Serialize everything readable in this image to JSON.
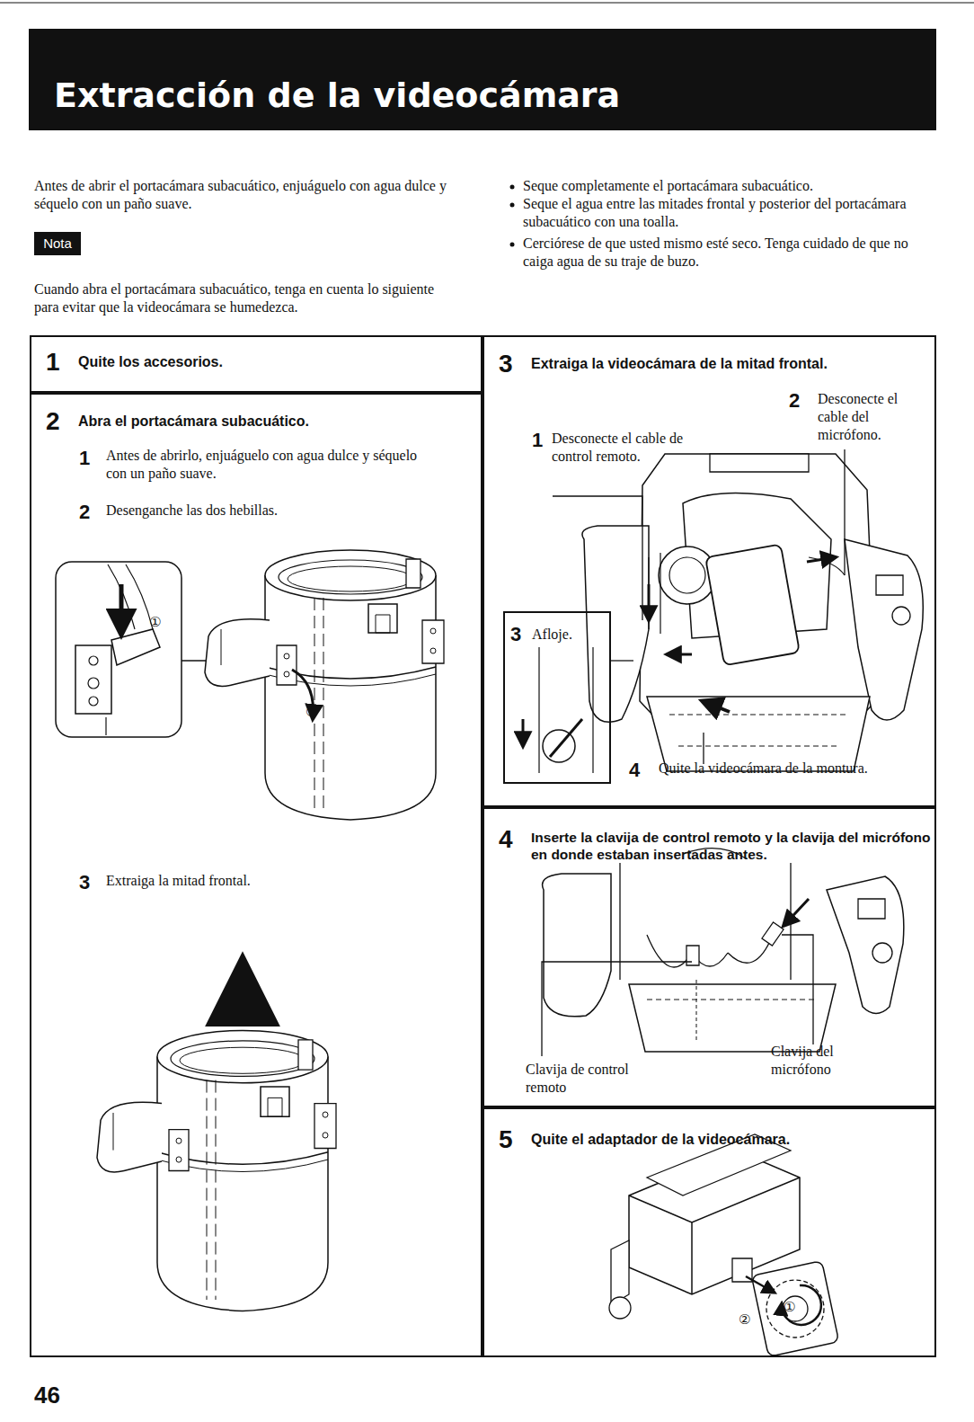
{
  "diagram": {
    "title": "Extracción de la videocámara",
    "nodes": [
      {
        "text": [
          "1",
          "Quite los accesorios."
        ]
      },
      {
        "text": [
          "2",
          "Abra el portacámara subacuático."
        ]
      },
      {
        "text": [
          "3",
          "Extraiga la videocámara de la mitad frontal."
        ]
      },
      {
        "text": [
          "3",
          "Afloje."
        ],
        "in": 2
      },
      {
        "text": [
          "4",
          "Inserte la clavija de control remoto y la clavija del micrófono en donde estaban insertadas antes."
        ]
      },
      {
        "text": [
          "5",
          "Quite el adaptador de la videocámara."
        ]
      }
    ],
    "labels": [
      "Antes de abrir el portacámara subacuático, enjuáguelo con agua dulce y séquelo con un paño suave.",
      "Nota",
      "Cuando abra el portacámara subacuático, tenga en cuenta lo siguiente para evitar que la videocámara se humedezca.",
      "Seque completamente el portacámara subacuático.",
      "Seque el agua entre las mitades frontal y posterior del portacámara subacuático con una toalla.",
      "Cerciórese de que usted mismo esté seco. Tenga cuidado de que no caiga agua de su traje de buzo.",
      "1",
      "Antes de abrirlo, enjuáguelo con agua dulce y séquelo con un paño suave.",
      "2",
      "Desenganche las dos hebillas.",
      "①",
      "②",
      "3",
      "Extraiga la mitad frontal.",
      "1",
      "Desconecte el cable de control remoto.",
      "2",
      "Desconecte el cable del micrófono.",
      "4",
      "Quite la videocámara de la montura.",
      "Clavija de control remoto",
      "Clavija del micrófono",
      "②",
      "①",
      "46"
    ]
  }
}
